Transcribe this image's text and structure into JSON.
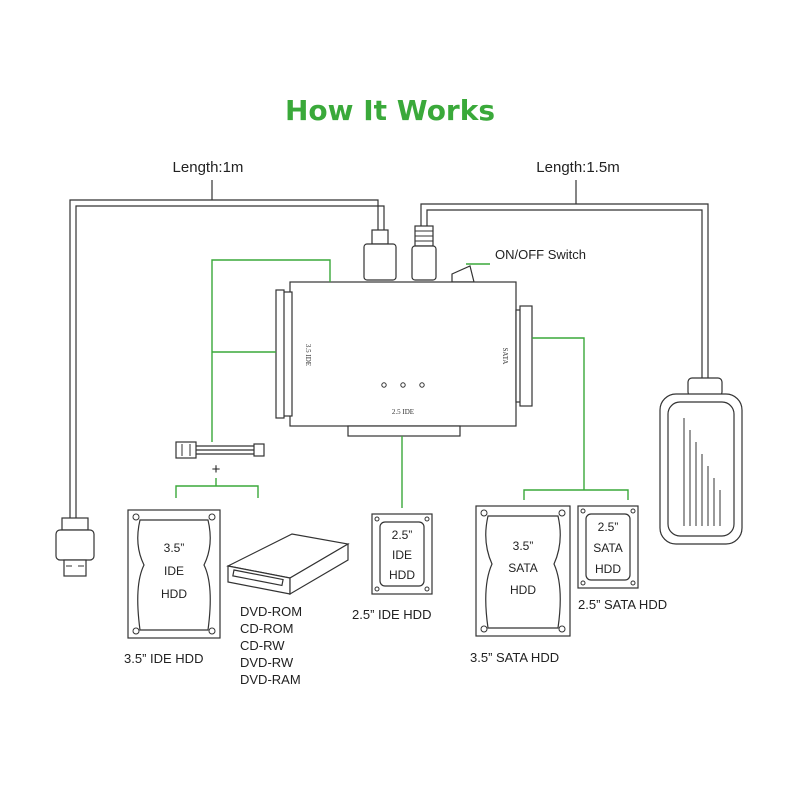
{
  "title": "How It Works",
  "cable_left_label": "Length:1m",
  "cable_right_label": "Length:1.5m",
  "switch_label": "ON/OFF Switch",
  "adapter": {
    "port_left": "3.5 IDE",
    "port_right": "SATA",
    "port_bottom": "2.5 IDE"
  },
  "plus_sign": "+",
  "hdd_35_ide": {
    "size": "3.5”",
    "type": "IDE",
    "kind": "HDD",
    "caption": "3.5”  IDE HDD"
  },
  "optical_drives": [
    "DVD-ROM",
    "CD-ROM",
    "CD-RW",
    "DVD-RW",
    "DVD-RAM"
  ],
  "hdd_25_ide": {
    "size": "2.5”",
    "type": "IDE",
    "kind": "HDD",
    "caption": "2.5”  IDE HDD"
  },
  "hdd_35_sata": {
    "size": "3.5”",
    "type": "SATA",
    "kind": "HDD",
    "caption": "3.5”  SATA HDD"
  },
  "hdd_25_sata": {
    "size": "2.5”",
    "type": "SATA",
    "kind": "HDD",
    "caption": "2.5”  SATA HDD"
  },
  "colors": {
    "accent": "#3aa93a",
    "line": "#333333"
  }
}
